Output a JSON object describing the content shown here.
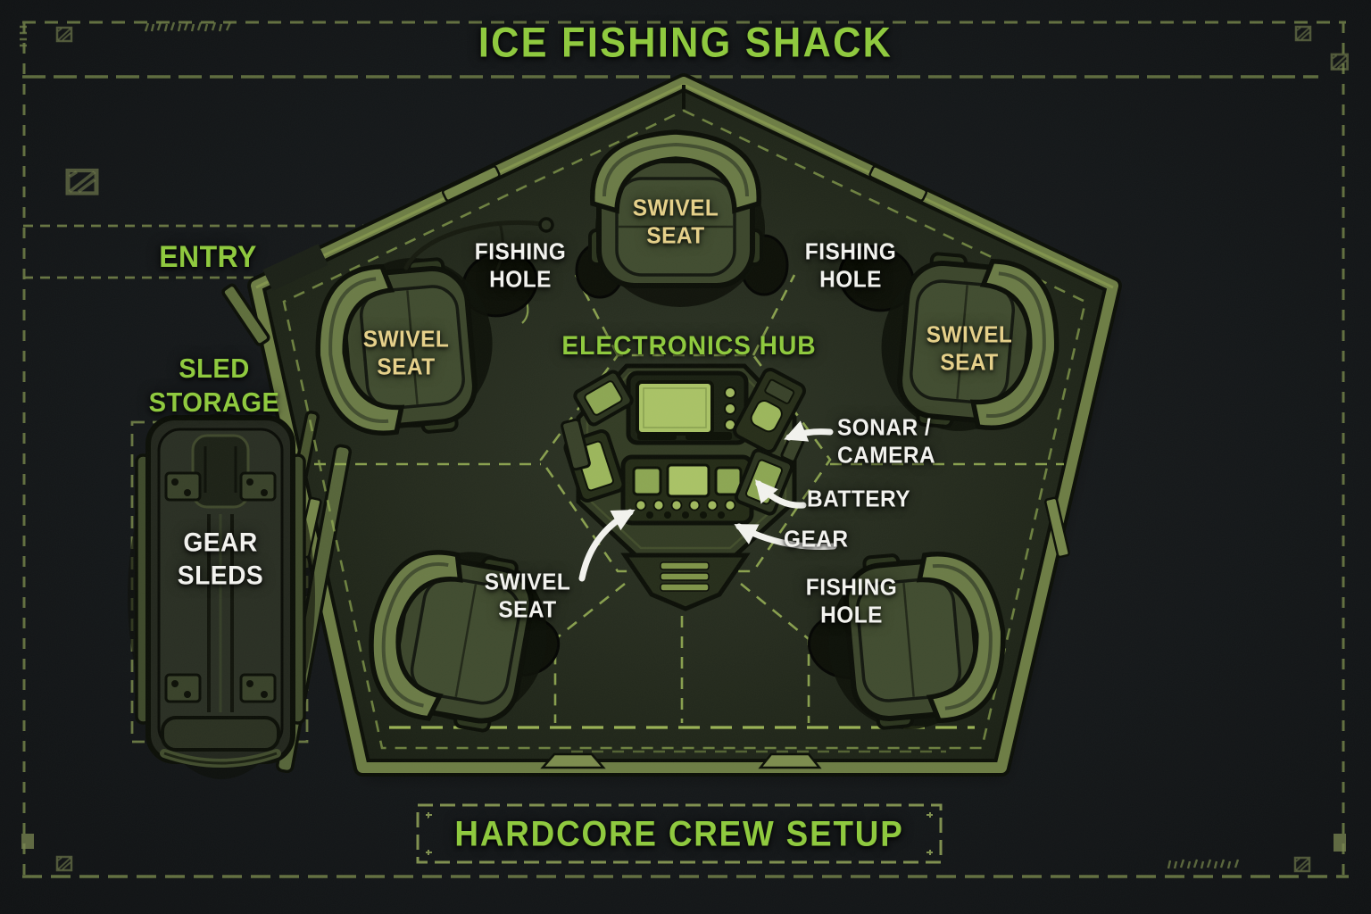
{
  "colors": {
    "bg": "#15181a",
    "floor": "#262c20",
    "accent": "#8fc93f",
    "tan": "#e5d08a",
    "white": "#f2f2ee",
    "wall": "#6d7d45",
    "wallLight": "#87994f",
    "dash": "#9ab457",
    "dashDim": "#6d7b46",
    "seat": "#414c30",
    "seatBack": "#6b7b47",
    "hub": "#333c25",
    "screen": "#a9c266",
    "panel": "#8ca653",
    "sled": "#23271e",
    "sledTrim": "#4b5733",
    "ink": "#0c0f08"
  },
  "header": {
    "title": "ICE FISHING SHACK"
  },
  "areas": {
    "entry": "ENTRY",
    "sled_storage_line1": "SLED",
    "sled_storage_line2": "STORAGE",
    "gear_sleds_line1": "GEAR",
    "gear_sleds_line2": "SLEDS",
    "electronics_hub": "ELECTRONICS HUB"
  },
  "seat_label": {
    "line1": "SWIVEL",
    "line2": "SEAT"
  },
  "fishing_hole_label": {
    "line1": "FISHING",
    "line2": "HOLE"
  },
  "callouts": {
    "sonar_camera_line1": "SONAR /",
    "sonar_camera_line2": "CAMERA",
    "battery": "BATTERY",
    "gear": "GEAR"
  },
  "footer": {
    "banner": "HARDCORE CREW SETUP"
  }
}
